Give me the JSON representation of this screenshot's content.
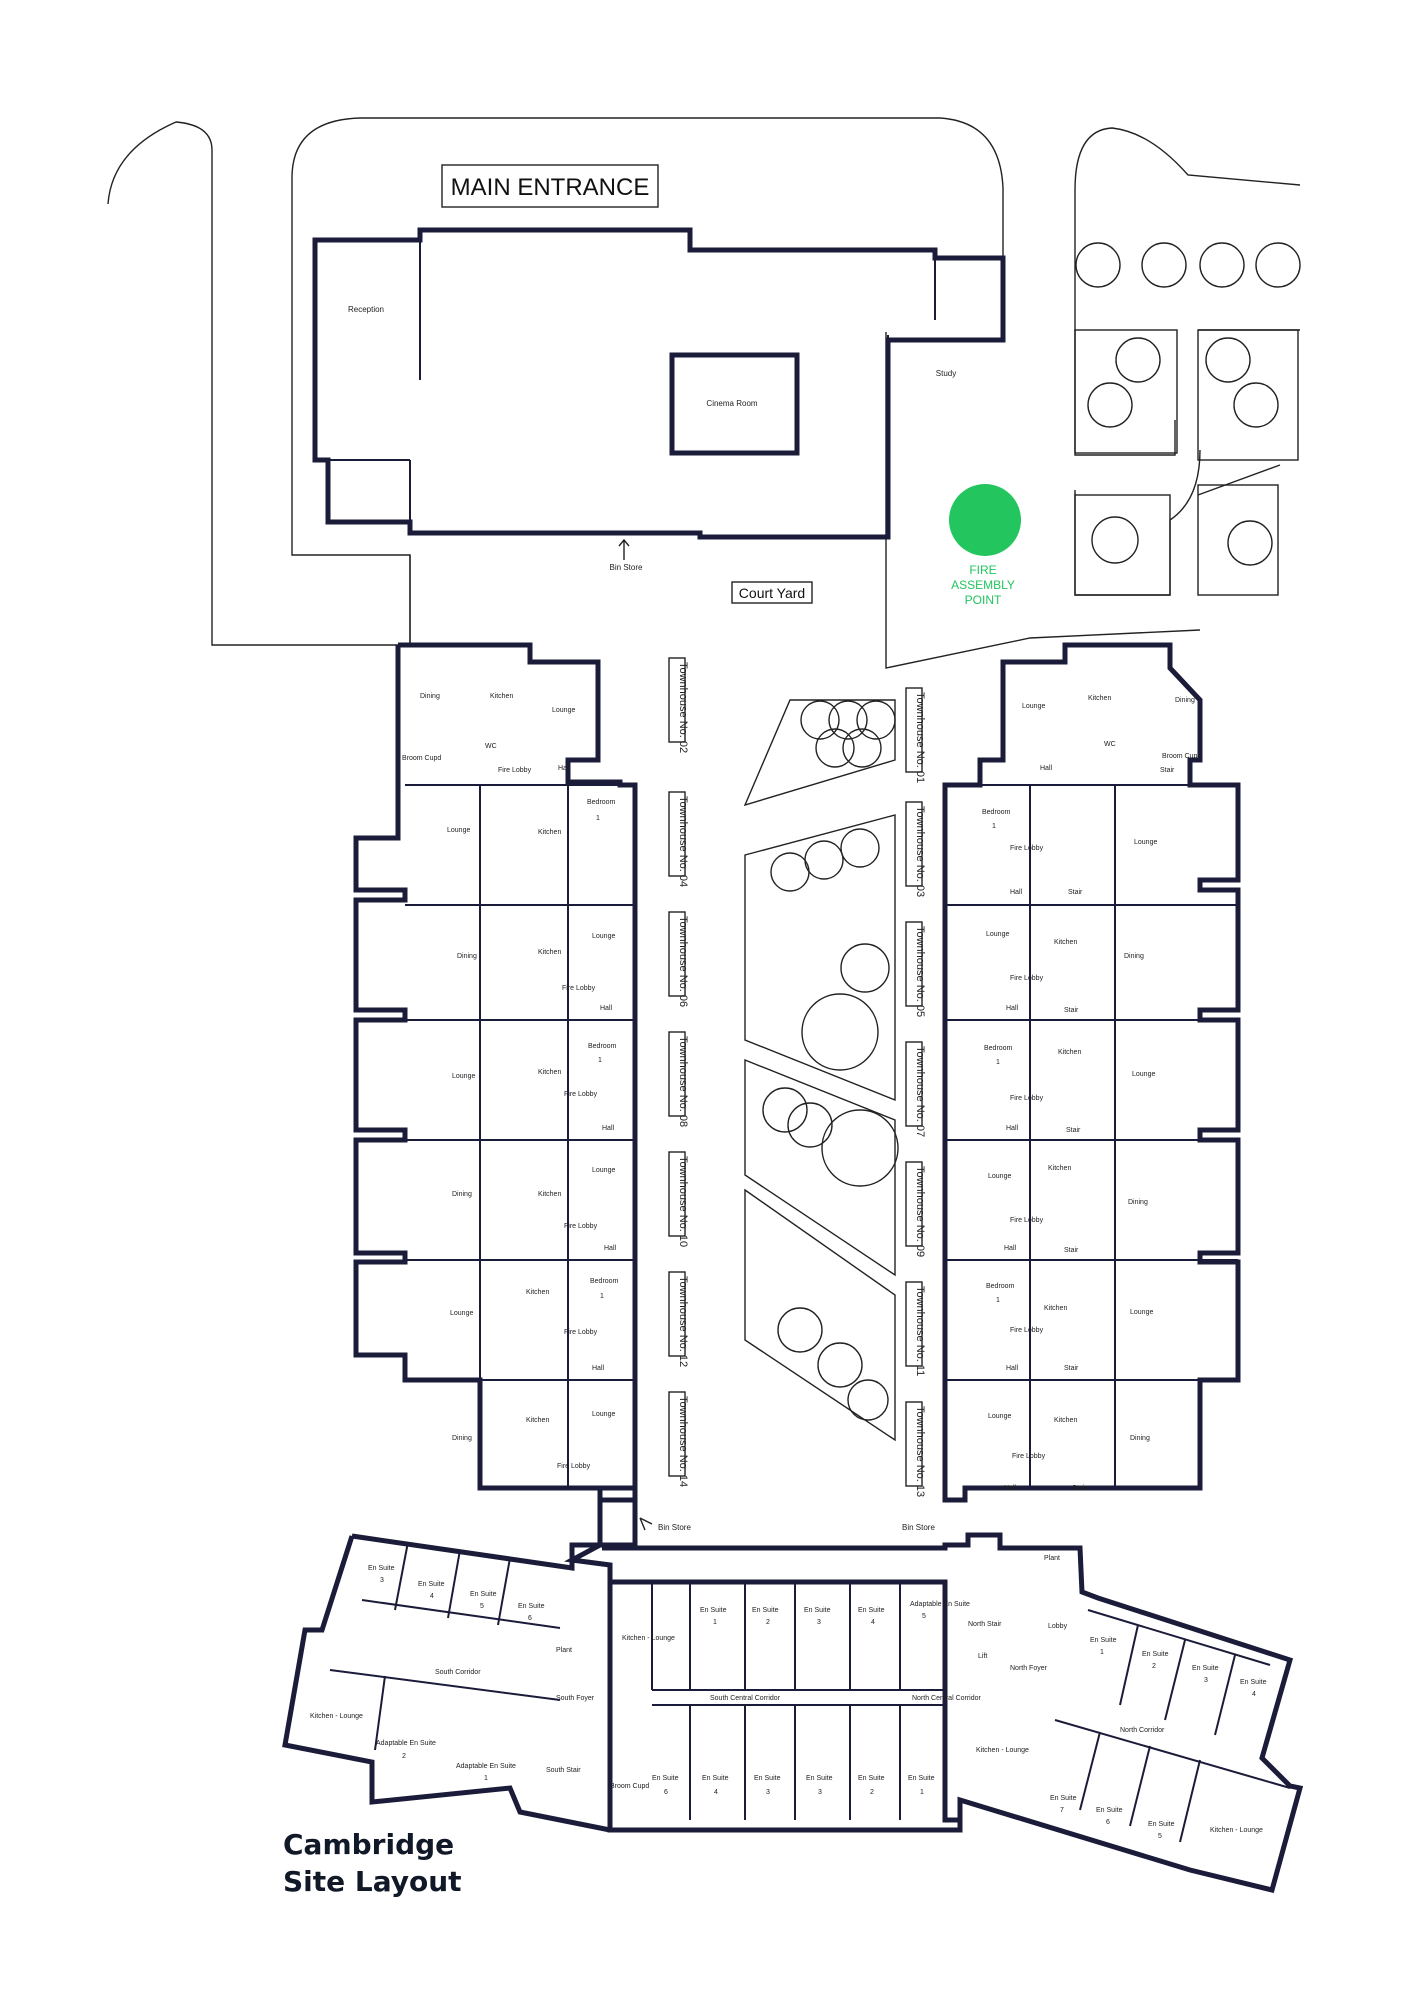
{
  "title": {
    "line1": "Cambridge",
    "line2": "Site Layout"
  },
  "main_entrance": "MAIN ENTRANCE",
  "main_building": {
    "reception": "Reception",
    "cinema_room": "Cinema Room",
    "study": "Study",
    "bin_store": "Bin Store",
    "court_yard": "Court Yard"
  },
  "fire_assembly": {
    "line1": "FIRE",
    "line2": "ASSEMBLY",
    "line3": "POINT",
    "color": "#22c55e"
  },
  "townhouses_left": [
    "Townhouse No. 02",
    "Townhouse No. 04",
    "Townhouse No. 06",
    "Townhouse No. 08",
    "Townhouse No. 10",
    "Townhouse No. 12",
    "Townhouse No. 14"
  ],
  "townhouses_right": [
    "Townhouse No. 01",
    "Townhouse No. 03",
    "Townhouse No. 05",
    "Townhouse No. 07",
    "Townhouse No. 09",
    "Townhouse No. 11",
    "Townhouse No. 13"
  ],
  "rooms": {
    "lounge": "Lounge",
    "kitchen": "Kitchen",
    "dining": "Dining",
    "bedroom": "Bedroom",
    "bedroom_no": "1",
    "hall": "Hall",
    "fire_lobby": "Fire Lobby",
    "wc": "WC",
    "broom_cupd": "Broom Cupd",
    "stair": "Stair"
  },
  "south_block": {
    "bin_store_left": "Bin Store",
    "bin_store_right": "Bin Store",
    "en_suite": "En Suite",
    "adaptable_en_suite": "Adaptable En Suite",
    "kitchen_lounge": "Kitchen - Lounge",
    "south_corridor": "South Corridor",
    "south_foyer": "South Foyer",
    "south_stair": "South Stair",
    "south_central_corridor": "South Central Corridor",
    "north_central_corridor": "North Central Corridor",
    "north_stair": "North Stair",
    "north_foyer": "North Foyer",
    "north_corridor": "North Corridor",
    "lobby": "Lobby",
    "plant": "Plant",
    "lift": "Lift",
    "broom_cupd": "Broom Cupd",
    "west_suites": [
      "3",
      "4",
      "5",
      "6"
    ],
    "west_adaptable": [
      "2",
      "1"
    ],
    "central_top": [
      "1",
      "2",
      "3",
      "4",
      "5"
    ],
    "central_bottom": [
      "6",
      "4",
      "3",
      "3",
      "2",
      "1"
    ],
    "east_top": [
      "1",
      "2",
      "3",
      "4"
    ],
    "east_bottom": [
      "7",
      "6",
      "5"
    ]
  }
}
